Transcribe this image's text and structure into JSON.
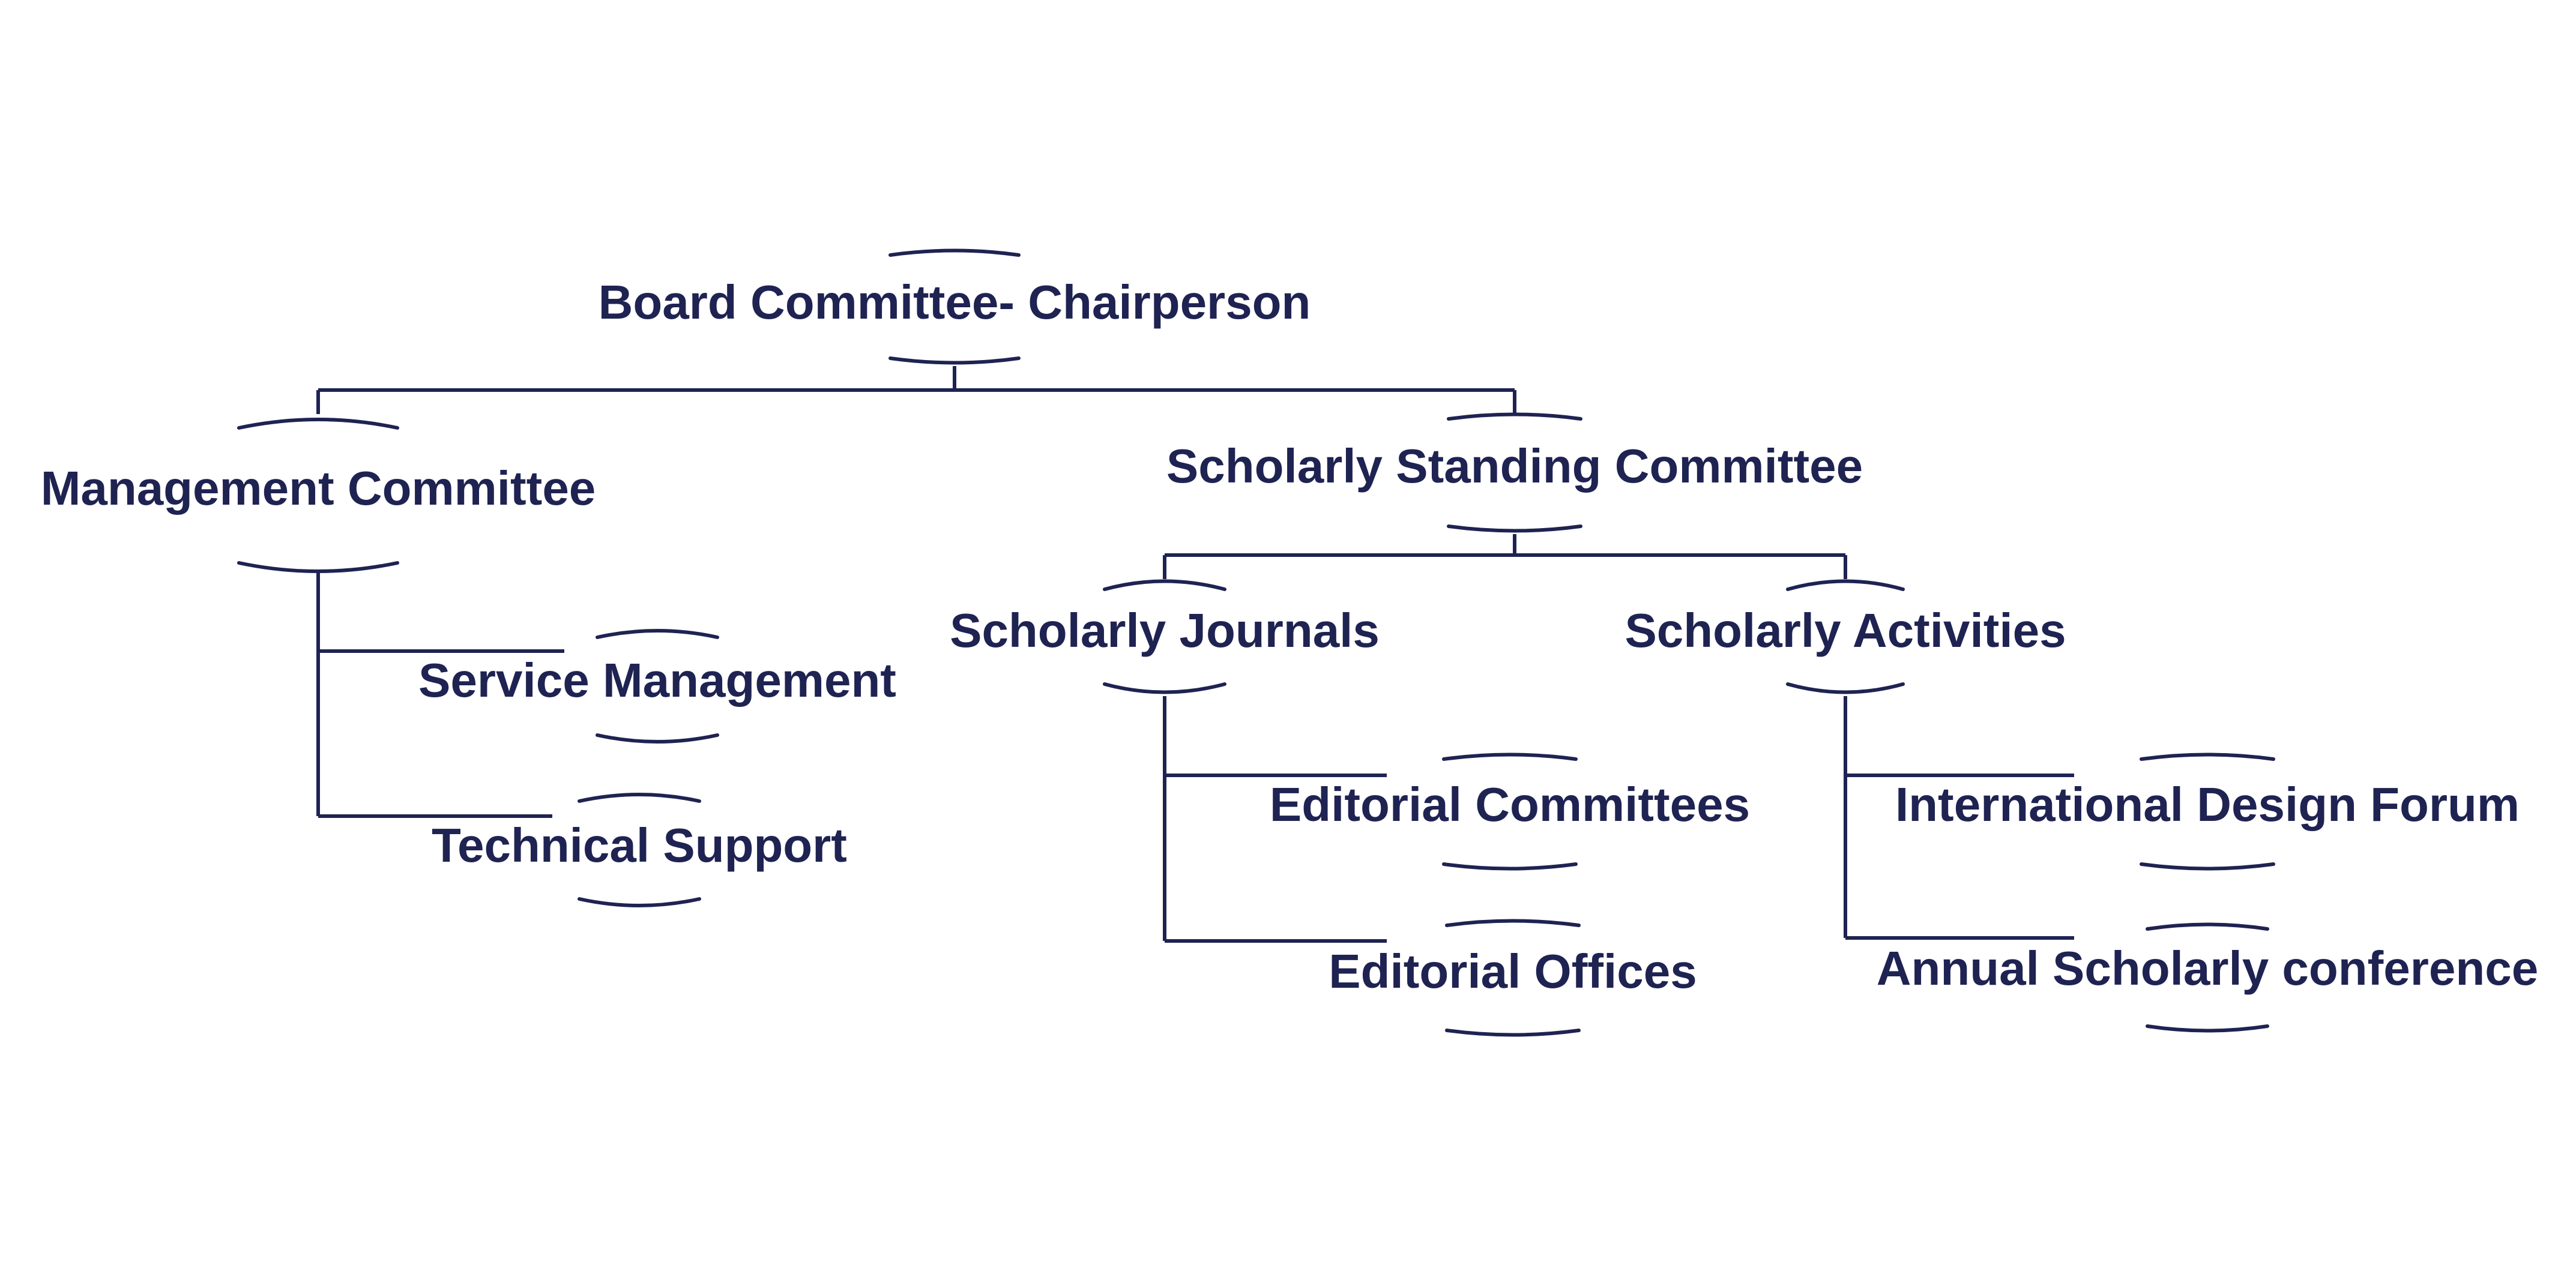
{
  "colors": {
    "ink": "#1f2352",
    "background": "#ffffff"
  },
  "org_chart": {
    "root": {
      "label": "Board Committee- Chairperson"
    },
    "management": {
      "label": "Management Committee",
      "children": [
        {
          "label": "Service Management"
        },
        {
          "label": "Technical Support"
        }
      ]
    },
    "scholarly": {
      "label": "Scholarly Standing Committee",
      "journals": {
        "label": "Scholarly Journals",
        "children": [
          {
            "label": "Editorial Committees"
          },
          {
            "label": "Editorial Offices"
          }
        ]
      },
      "activities": {
        "label": "Scholarly Activities",
        "children": [
          {
            "label": "International Design Forum"
          },
          {
            "label": "Annual Scholarly conference"
          }
        ]
      }
    }
  }
}
